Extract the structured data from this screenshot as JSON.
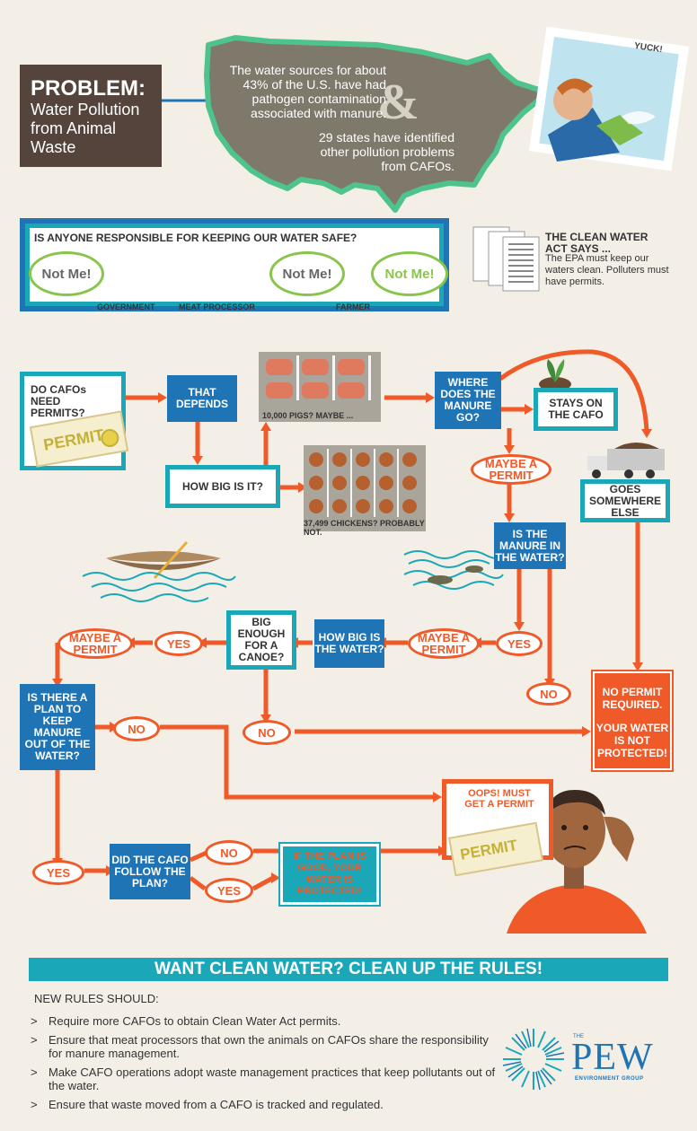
{
  "problem": {
    "heading": "PROBLEM:",
    "subheading": "Water Pollution from Animal Waste"
  },
  "usa": {
    "stat1": "The water sources for about 43% of the U.S. have had pathogen contamination associated with manure.",
    "ampersand": "&",
    "stat2": "29 states have identified other pollution problems from CAFOs."
  },
  "yuck": "YUCK!",
  "responsibility": {
    "question": "IS ANYONE RESPONSIBLE FOR KEEPING OUR WATER SAFE?",
    "not_me_1": "Not Me!",
    "not_me_2": "Not Me!",
    "not_me_3": "Not Me!",
    "label_government": "GOVERNMENT",
    "label_meat": "MEAT PROCESSOR",
    "label_farmer": "FARMER"
  },
  "clean_water_act": {
    "heading": "THE CLEAN WATER ACT SAYS ...",
    "body": "The EPA must keep our waters clean. Polluters must have permits."
  },
  "flow": {
    "do_cafos": "DO CAFOs NEED PERMITS?",
    "permit_stamp_1": "PERMIT",
    "that_depends": "THAT DEPENDS",
    "how_big": "HOW BIG IS IT?",
    "pigs_caption": "10,000 PIGS? MAYBE ...",
    "chickens_caption": "37,499 CHICKENS? PROBABLY NOT.",
    "where_manure": "WHERE DOES THE MANURE GO?",
    "stays_on": "STAYS ON THE CAFO",
    "goes_elsewhere": "GOES SOMEWHERE ELSE",
    "maybe_permit_1": "MAYBE A PERMIT",
    "manure_in_water": "IS THE MANURE IN THE WATER?",
    "yes_1": "YES",
    "no_1": "NO",
    "maybe_permit_2": "MAYBE A PERMIT",
    "how_big_water": "HOW BIG IS THE WATER?",
    "big_canoe": "BIG ENOUGH FOR A CANOE?",
    "yes_2": "YES",
    "maybe_permit_3": "MAYBE A PERMIT",
    "no_2": "NO",
    "no_permit": "NO PERMIT REQUIRED.",
    "not_protected": "YOUR WATER IS NOT PROTECTED!",
    "is_plan": "IS THERE A PLAN TO KEEP MANURE OUT OF THE WATER?",
    "no_3": "NO",
    "oops": "OOPS! MUST GET A PERMIT",
    "permit_stamp_2": "PERMIT",
    "yes_3": "YES",
    "did_follow": "DID THE CAFO FOLLOW THE PLAN?",
    "no_4": "NO",
    "yes_4": "YES",
    "plan_good": "IF THE PLAN IS GOOD, YOUR WATER IS PROTECTED!"
  },
  "footer": {
    "banner": "WANT CLEAN WATER? CLEAN UP THE RULES!",
    "rules_heading": "NEW RULES SHOULD:",
    "rules": [
      "Require more CAFOs to obtain Clean Water Act permits.",
      "Ensure that meat processors that own the animals on CAFOs share the responsibility for manure management.",
      "Make CAFO operations adopt waste management practices that keep pollutants out of the water.",
      "Ensure that waste moved from a CAFO is tracked and regulated."
    ],
    "bullet": ">"
  },
  "logo": {
    "the": "THE",
    "name": "PEW",
    "sub": "ENVIRONMENT GROUP"
  },
  "colors": {
    "orange": "#f05a28",
    "blue": "#1f74b5",
    "teal": "#1aa8b8",
    "brown": "#54443b",
    "green": "#89c54a",
    "bg": "#f3efe7"
  }
}
